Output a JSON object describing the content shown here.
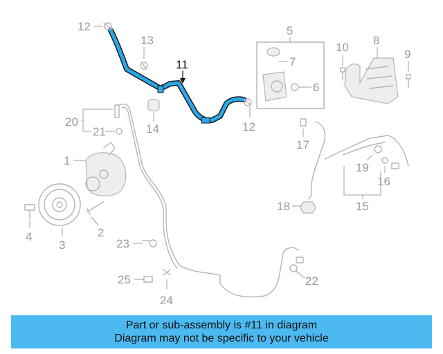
{
  "callouts": {
    "c1": "1",
    "c2": "2",
    "c3": "3",
    "c4": "4",
    "c5": "5",
    "c6": "6",
    "c7": "7",
    "c8": "8",
    "c9": "9",
    "c10": "10",
    "c11": "11",
    "c12a": "12",
    "c12b": "12",
    "c13": "13",
    "c14": "14",
    "c15": "15",
    "c16": "16",
    "c17": "17",
    "c18": "18",
    "c19": "19",
    "c20": "20",
    "c21": "21",
    "c22": "22",
    "c23": "23",
    "c24": "24",
    "c25": "25"
  },
  "highlight_color": "#2aa8e8",
  "banner": {
    "line1": "Part or sub-assembly is #11 in diagram",
    "line2": "Diagram may not be specific to your vehicle",
    "color": "#4cb9f0"
  }
}
